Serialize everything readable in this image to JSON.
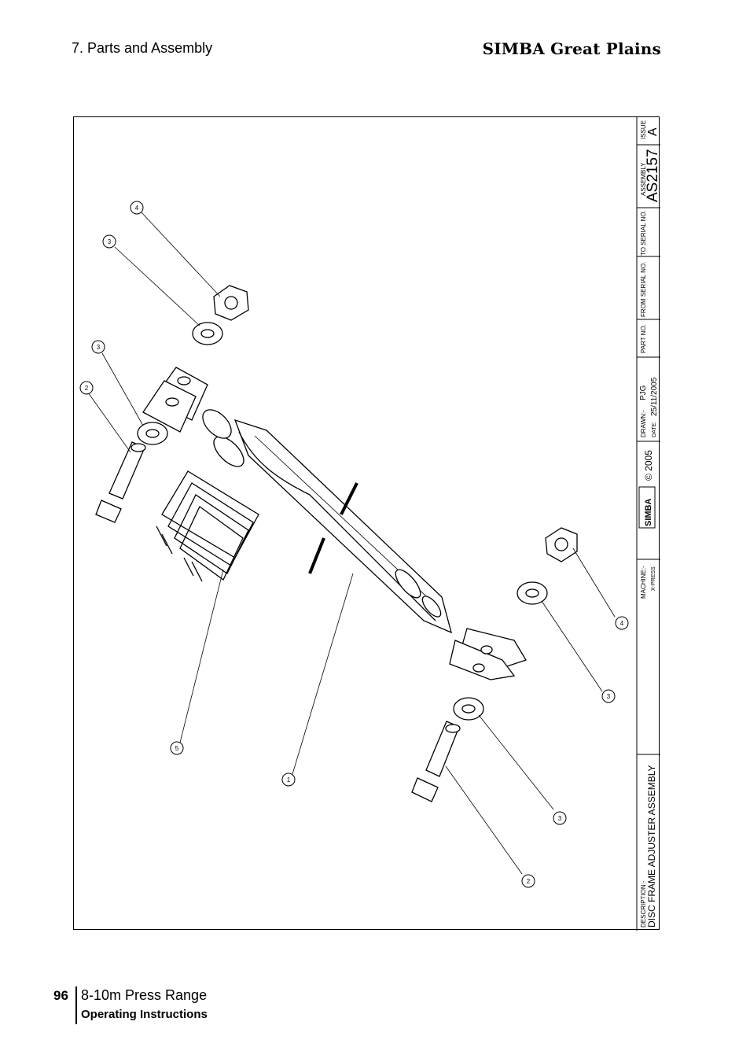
{
  "header": {
    "section": "7. Parts and Assembly",
    "brand": "SIMBA Great Plains"
  },
  "title_block": {
    "issue_label": "ISSUE",
    "issue": "A",
    "assembly_label": "ASSEMBLY",
    "assembly": "AS2157",
    "to_serial_label": "TO SERIAL NO.",
    "from_serial_label": "FROM SERIAL NO.",
    "part_no_label": "PART NO.",
    "drawn_label": "DRAWN:-",
    "drawn": "PJG",
    "date_label": "DATE:",
    "date": "25/11/2005",
    "logo": "SIMBA",
    "copyright": "© 2005",
    "machine_label": "MACHINE:-",
    "machine": "X-PRESS",
    "description_label": "DESCRIPTION:-",
    "description": "DISC FRAME ADJUSTER ASSEMBLY"
  },
  "balloons": {
    "b4_top": "4",
    "b3_top": "3",
    "b3_mid": "3",
    "b2_top": "2",
    "b5": "5",
    "b1": "1",
    "b4_right": "4",
    "b3_right": "3",
    "b3_bottom": "3",
    "b2_bottom": "2"
  },
  "footer": {
    "page_number": "96",
    "title": "8-10m Press Range",
    "subtitle": "Operating Instructions"
  }
}
